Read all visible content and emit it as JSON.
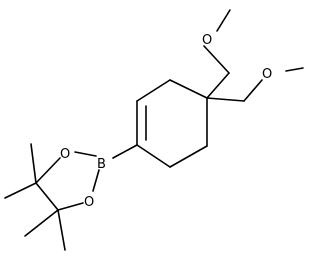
{
  "molecule": {
    "atoms": {
      "o_top": "O",
      "o_right": "O",
      "boron": "B",
      "o_ring_top": "O",
      "o_ring_bottom": "O"
    }
  },
  "colors": {
    "bond": "#000000",
    "text": "#000000",
    "background": "#ffffff"
  }
}
